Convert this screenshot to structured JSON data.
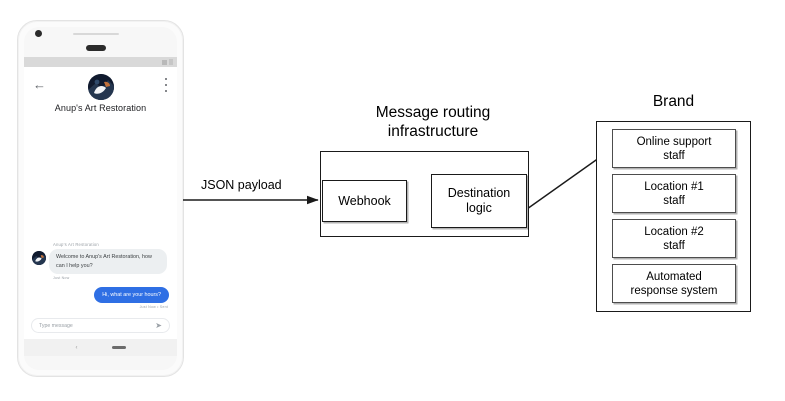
{
  "phone": {
    "status_bar": {
      "signal_icon": "signal-triangle-icon",
      "battery_icon": "battery-icon"
    },
    "app_bar": {
      "back_icon": "back-arrow-icon",
      "menu_icon": "kebab-menu-icon",
      "avatar_icon": "brand-avatar-image",
      "title": "Anup's Art Restoration"
    },
    "conversation": {
      "incoming": {
        "sender": "Anup's Art Restoration",
        "avatar_icon": "sender-avatar-image",
        "text": "Welcome to Anup's Art Restoration, how can I help you?",
        "timestamp": "Just Now"
      },
      "outgoing": {
        "text": "Hi, what are your hours?",
        "timestamp": "Just Now • Sent"
      }
    },
    "composer": {
      "placeholder": "Type message",
      "send_icon": "send-paper-plane-icon"
    },
    "nav_bar": {
      "back_icon": "nav-back-chevron-icon",
      "home_icon": "nav-home-pill-icon"
    }
  },
  "diagram": {
    "payload_label": "JSON payload",
    "infrastructure": {
      "title": "Message routing\ninfrastructure",
      "nodes": [
        {
          "id": "webhook",
          "label": "Webhook"
        },
        {
          "id": "destination-logic",
          "label": "Destination\nlogic"
        }
      ]
    },
    "brand": {
      "title": "Brand",
      "recipients": [
        {
          "id": "online-support-staff",
          "label": "Online support\nstaff"
        },
        {
          "id": "location-1-staff",
          "label": "Location #1\nstaff"
        },
        {
          "id": "location-2-staff",
          "label": "Location #2\nstaff"
        },
        {
          "id": "automated-response-system",
          "label": "Automated\nresponse system"
        }
      ]
    },
    "colors": {
      "stroke": "#1a1a1a",
      "inner_stroke": "#4d4d4d",
      "bubble_outgoing": "#2f6fe4",
      "bubble_incoming": "#eceff1",
      "background": "#ffffff"
    }
  }
}
